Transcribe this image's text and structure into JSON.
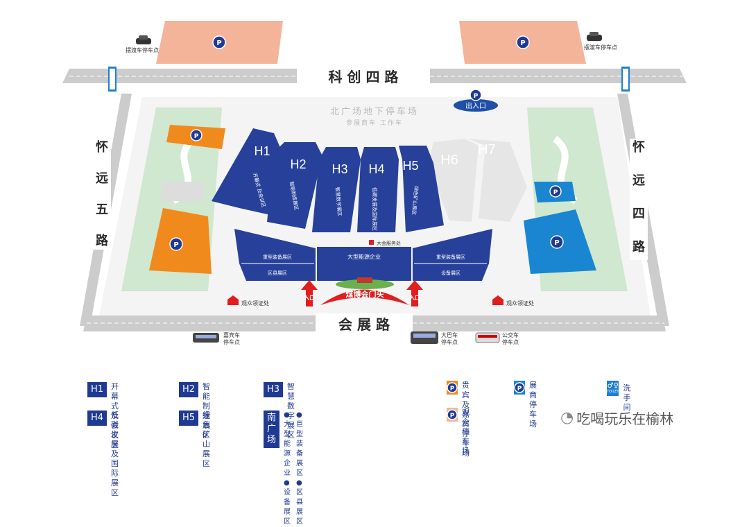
{
  "roads": {
    "north": "科 创 四 路",
    "south": "会 展 路",
    "west": [
      "怀",
      "远",
      "五",
      "路"
    ],
    "east": [
      "怀",
      "远",
      "四",
      "路"
    ]
  },
  "underground": {
    "title": "北广场地下停车场",
    "subtitle": "参展商车  工作车",
    "entrance": "出入口"
  },
  "halls": [
    {
      "id": "H1",
      "desc": "开幕式\n及会议区"
    },
    {
      "id": "H2",
      "desc": "智能制造展区"
    },
    {
      "id": "H3",
      "desc": "智慧数字展区"
    },
    {
      "id": "H4",
      "desc": "低碳发展及国际展区"
    },
    {
      "id": "H5",
      "desc": "绿色矿山展区"
    },
    {
      "id": "H6",
      "desc": ""
    },
    {
      "id": "H7",
      "desc": ""
    }
  ],
  "south_plaza": {
    "left_top": "重型装备展区",
    "left_bottom": "区县展区",
    "center": "大型能源企业",
    "right_top": "重型装备展区",
    "right_bottom": "设备展区",
    "service": "大会服务处",
    "gate": "煤博会门头",
    "entrance": "入口"
  },
  "points": {
    "shuttle_left": "摆渡车停车点",
    "shuttle_right": "摆渡车停车点",
    "visitor_left": "观众领证处",
    "visitor_right": "观众领证处",
    "guest_car": "嘉宾车\n停车点",
    "bus": "大巴车\n停车点",
    "public_bus": "公交车\n停车点"
  },
  "legend": {
    "h1": {
      "badge": "H1",
      "text": "开幕式及\n会议区"
    },
    "h2": {
      "badge": "H2",
      "text": "智能制造\n展区"
    },
    "h3": {
      "badge": "H3",
      "text": "智慧数字\n展区"
    },
    "h4": {
      "badge": "H4",
      "text": "低碳发展及\n国际展区"
    },
    "h5": {
      "badge": "H5",
      "text": "绿色矿山\n展区"
    },
    "south": {
      "badge": "南广场",
      "col1": "● 大型能源企业\n● 设备展区",
      "col2": "● 巨型装备展区\n● 区县展区"
    },
    "vip": "贵宾及嘉宾\n停车场",
    "exhibitor": "展商\n停车场",
    "toilet": "洗手间",
    "toilet_icon_text": "TOILET",
    "visitor_parking": "观众\n停车场"
  },
  "watermark": "吃喝玩乐在榆林",
  "colors": {
    "hall_blue": "#27409a",
    "hall_grey": "#e6e6e6",
    "green": "#cfe8cf",
    "orange": "#f08a1c",
    "salmon": "#f4b49a",
    "sky": "#1a86d1",
    "road": "#cccccc",
    "red": "#e01e1e"
  }
}
